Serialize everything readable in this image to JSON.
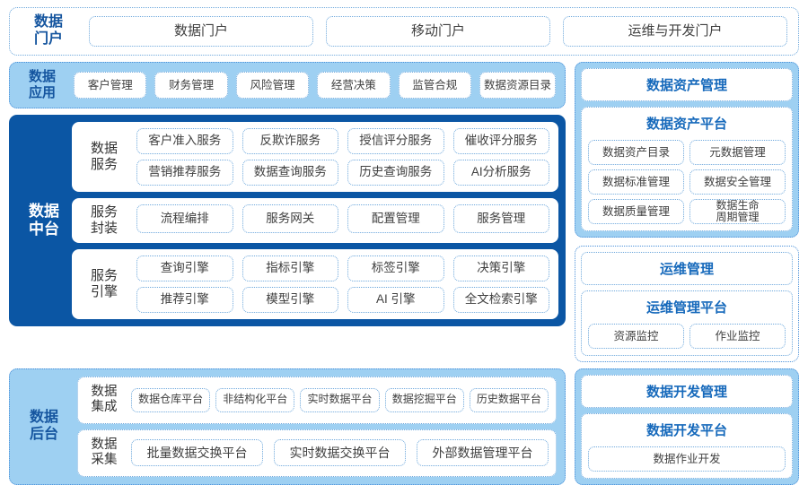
{
  "portal": {
    "label": "数据\n门户",
    "label_line1": "数据",
    "label_line2": "门户",
    "items": [
      "数据门户",
      "移动门户",
      "运维与开发门户"
    ]
  },
  "application": {
    "label_line1": "数据",
    "label_line2": "应用",
    "items": [
      "客户管理",
      "财务管理",
      "风险管理",
      "经营决策",
      "监管合规",
      "数据资源目录"
    ]
  },
  "platform": {
    "label_line1": "数据",
    "label_line2": "中台",
    "groups": [
      {
        "title_line1": "数据",
        "title_line2": "服务",
        "items": [
          "客户准入服务",
          "反欺诈服务",
          "授信评分服务",
          "催收评分服务",
          "营销推荐服务",
          "数据查询服务",
          "历史查询服务",
          "AI分析服务"
        ]
      },
      {
        "title_line1": "服务",
        "title_line2": "封装",
        "items": [
          "流程编排",
          "服务网关",
          "配置管理",
          "服务管理"
        ]
      },
      {
        "title_line1": "服务",
        "title_line2": "引擎",
        "items": [
          "查询引擎",
          "指标引擎",
          "标签引擎",
          "决策引擎",
          "推荐引擎",
          "模型引擎",
          "AI 引擎",
          "全文检索引擎"
        ]
      }
    ]
  },
  "backend": {
    "label_line1": "数据",
    "label_line2": "后台",
    "groups": [
      {
        "title_line1": "数据",
        "title_line2": "集成",
        "items": [
          "数据仓库平台",
          "非结构化平台",
          "实时数据平台",
          "数据挖掘平台",
          "历史数据平台"
        ]
      },
      {
        "title_line1": "数据",
        "title_line2": "采集",
        "items": [
          "批量数据交换平台",
          "实时数据交换平台",
          "外部数据管理平台"
        ]
      }
    ]
  },
  "asset_panel": {
    "head": "数据资产管理",
    "body_title": "数据资产平台",
    "items": [
      "数据资产目录",
      "元数据管理",
      "数据标准管理",
      "数据安全管理",
      "数据质量管理",
      "数据生命\n周期管理"
    ],
    "item_6_line1": "数据生命",
    "item_6_line2": "周期管理"
  },
  "ops_panel": {
    "head": "运维管理",
    "body_title": "运维管理平台",
    "items": [
      "资源监控",
      "作业监控"
    ]
  },
  "dev_panel": {
    "head": "数据开发管理",
    "body_title": "数据开发平台",
    "items": [
      "数据作业开发"
    ]
  },
  "colors": {
    "dark_blue": "#0b56a4",
    "light_blue": "#9ed0f2",
    "accent_text": "#1669bb",
    "label_blue": "#15559f",
    "border_blue": "#6ea8dc"
  }
}
